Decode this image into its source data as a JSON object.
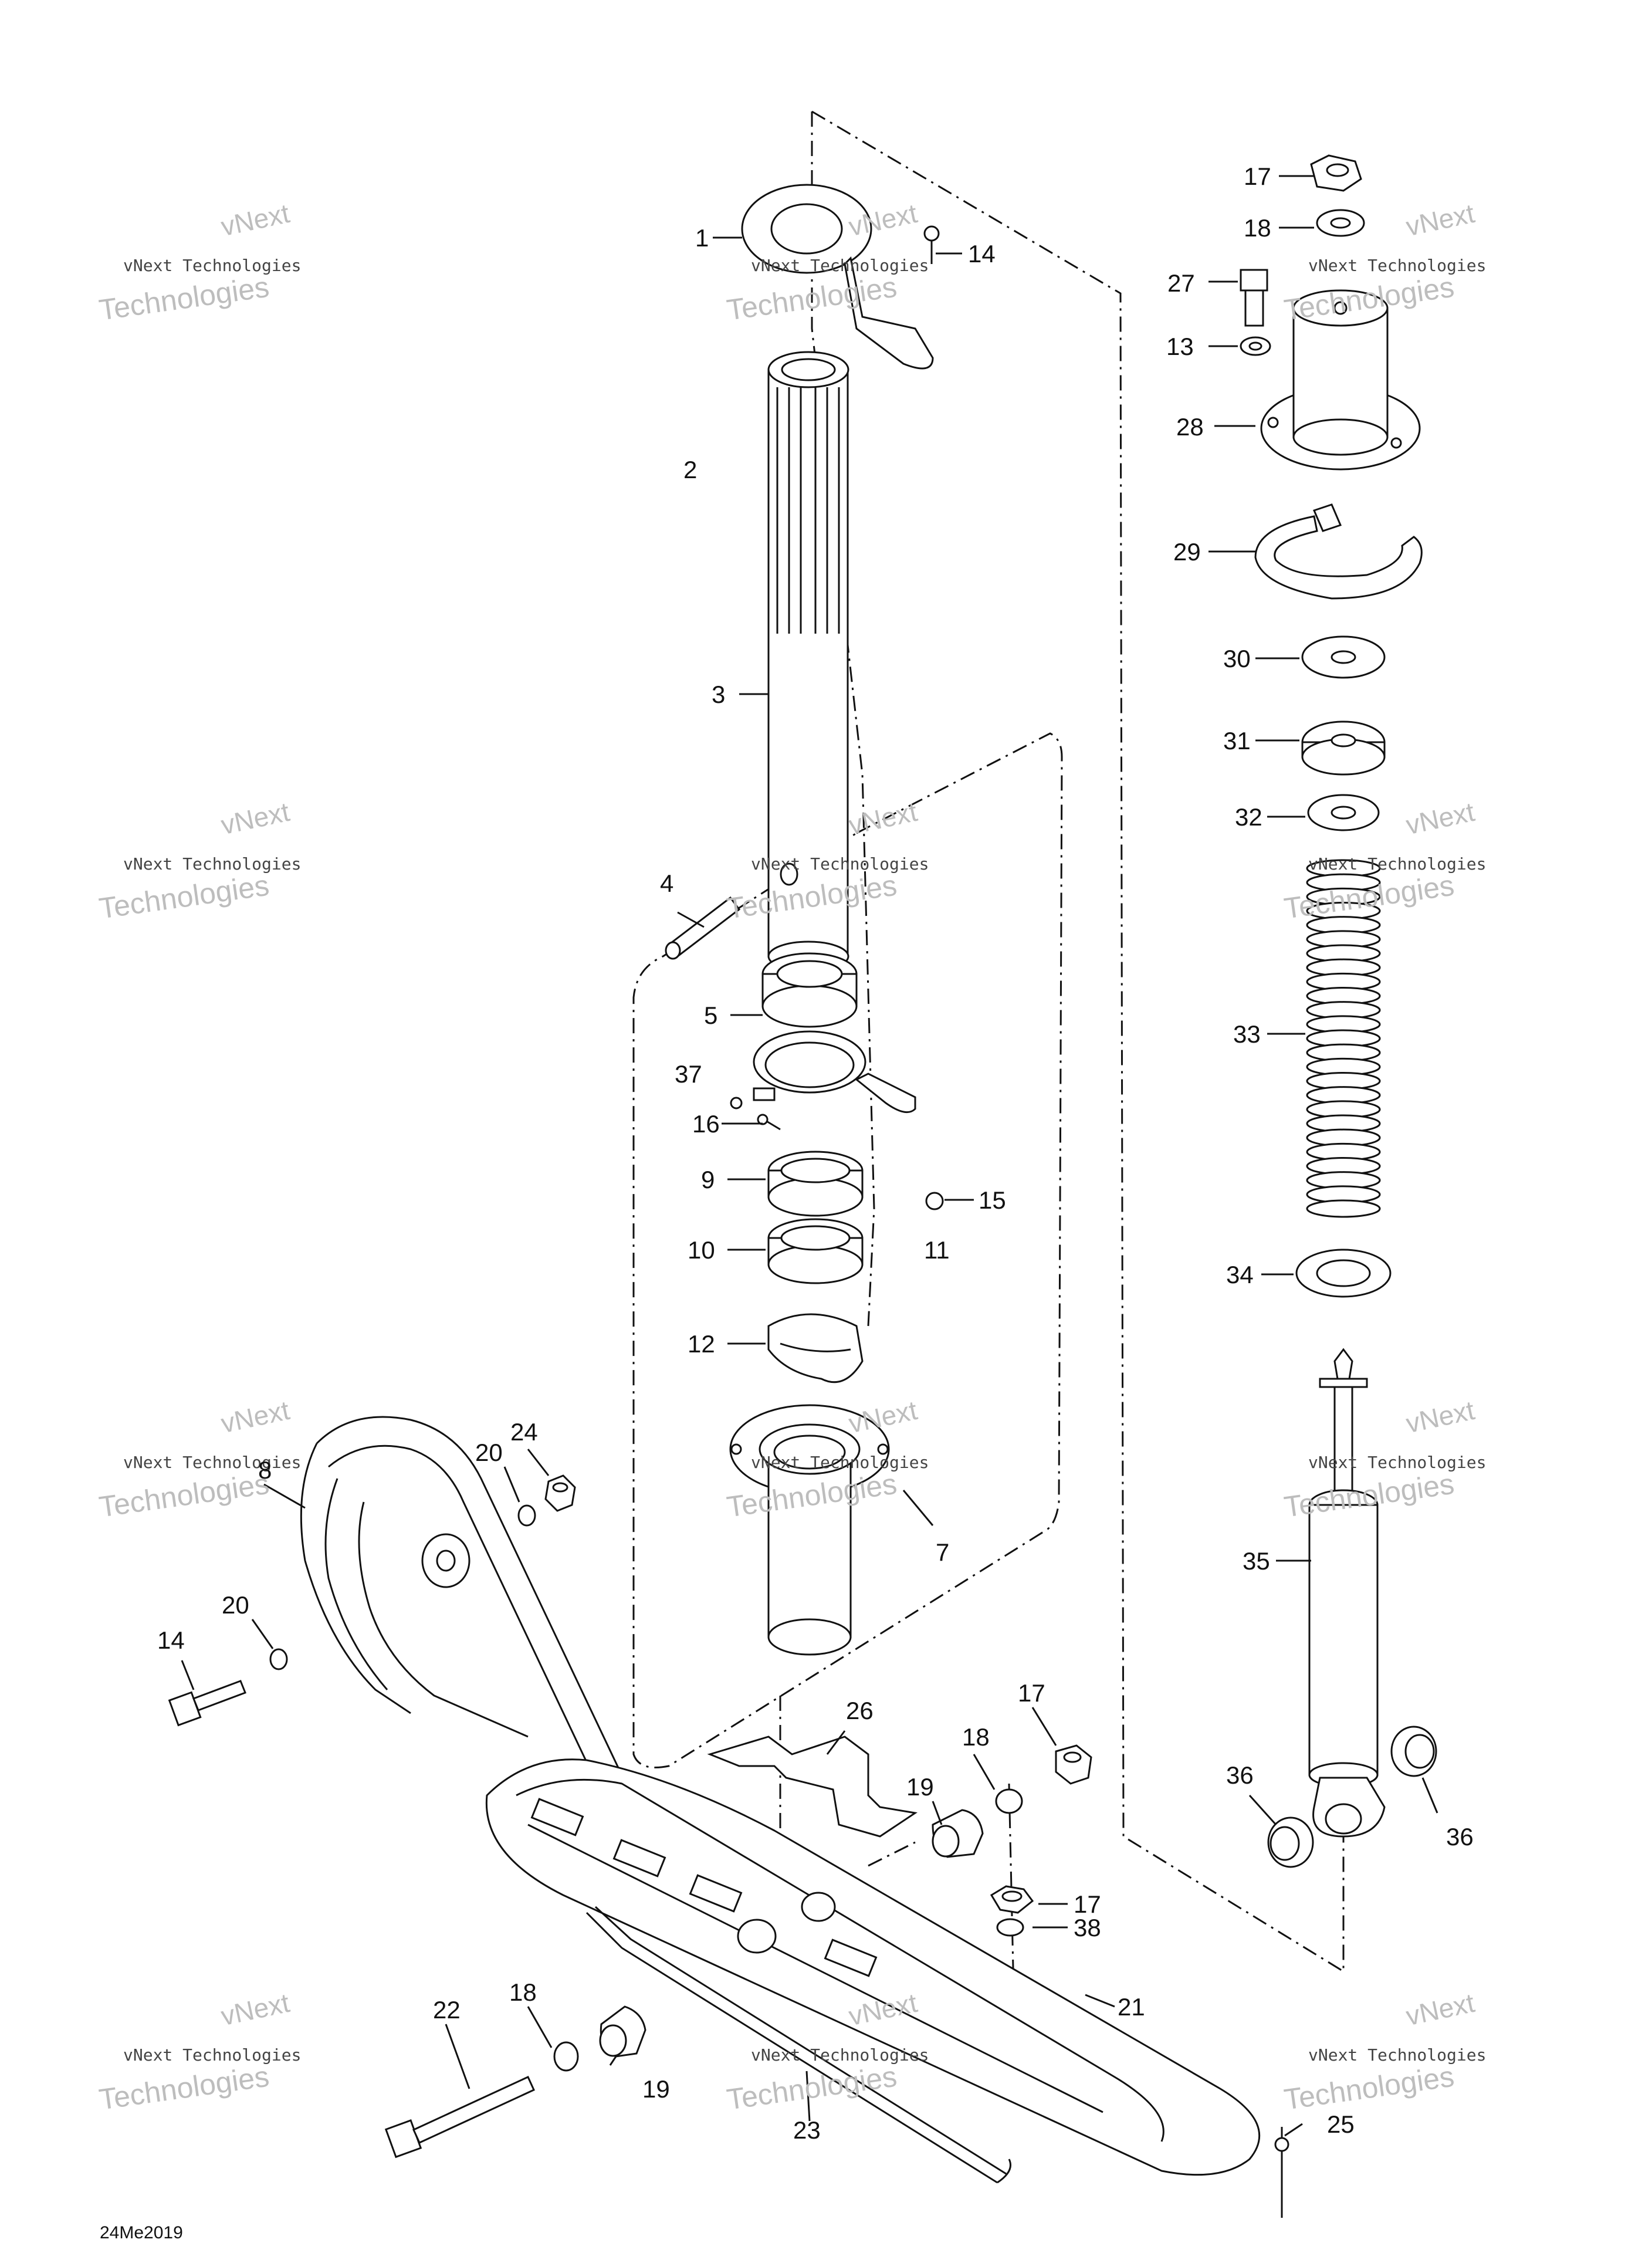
{
  "diagram_code": "24Me2019",
  "watermark": {
    "line1": "vNext",
    "line2": "vNext Technologies",
    "line3": "Technologies"
  },
  "callouts": [
    "1",
    "2",
    "3",
    "4",
    "5",
    "7",
    "8",
    "9",
    "10",
    "11",
    "12",
    "13",
    "14",
    "15",
    "16",
    "17",
    "18",
    "19",
    "20",
    "21",
    "22",
    "23",
    "24",
    "25",
    "26",
    "27",
    "28",
    "29",
    "30",
    "31",
    "32",
    "33",
    "34",
    "35",
    "36",
    "37",
    "38"
  ],
  "colors": {
    "line": "#111111",
    "watermark": "#bdbdbd",
    "background": "#ffffff"
  }
}
